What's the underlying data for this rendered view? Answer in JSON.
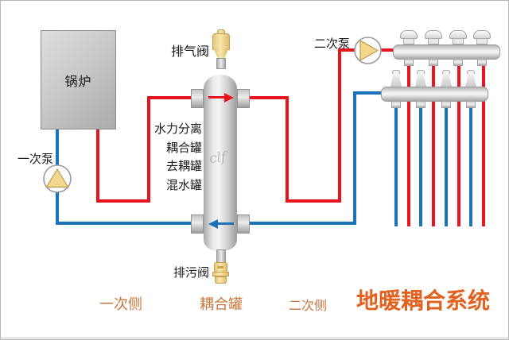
{
  "title": {
    "text": "地暖耦合系统"
  },
  "colors": {
    "pipe_hot": "#e8151e",
    "pipe_cold": "#1d73bb",
    "label_accent": "#c9763d",
    "title_accent": "#e2611f",
    "brass_yellow": "#f2d88f",
    "pump_triangle": "#f3d88b"
  },
  "equipment": {
    "boiler": {
      "label": "锅炉"
    },
    "primary_pump": {
      "label": "一次泵",
      "icon": "pump-triangle-up-icon"
    },
    "secondary_pump": {
      "label": "二次泵",
      "icon": "pump-triangle-right-icon"
    },
    "air_vent_valve": {
      "label": "排气阀",
      "icon": "brass-air-vent-icon"
    },
    "drain_valve": {
      "label": "排污阀",
      "icon": "brass-drain-valve-icon"
    },
    "coupling_tank": {
      "name_lines": [
        "水力分离",
        "耦合罐",
        "去耦罐",
        "混水罐"
      ]
    },
    "supply_manifold": {
      "ports": 4,
      "pipe_color": "hot"
    },
    "return_manifold": {
      "ports": 4,
      "pipe_color": "cold"
    }
  },
  "flow": {
    "tank_top_arrow": "right",
    "tank_bottom_arrow": "left"
  },
  "zone_labels": {
    "primary_side": "一次侧",
    "coupling_tank": "耦合罐",
    "secondary_side": "二次侧"
  },
  "watermark": "clf"
}
